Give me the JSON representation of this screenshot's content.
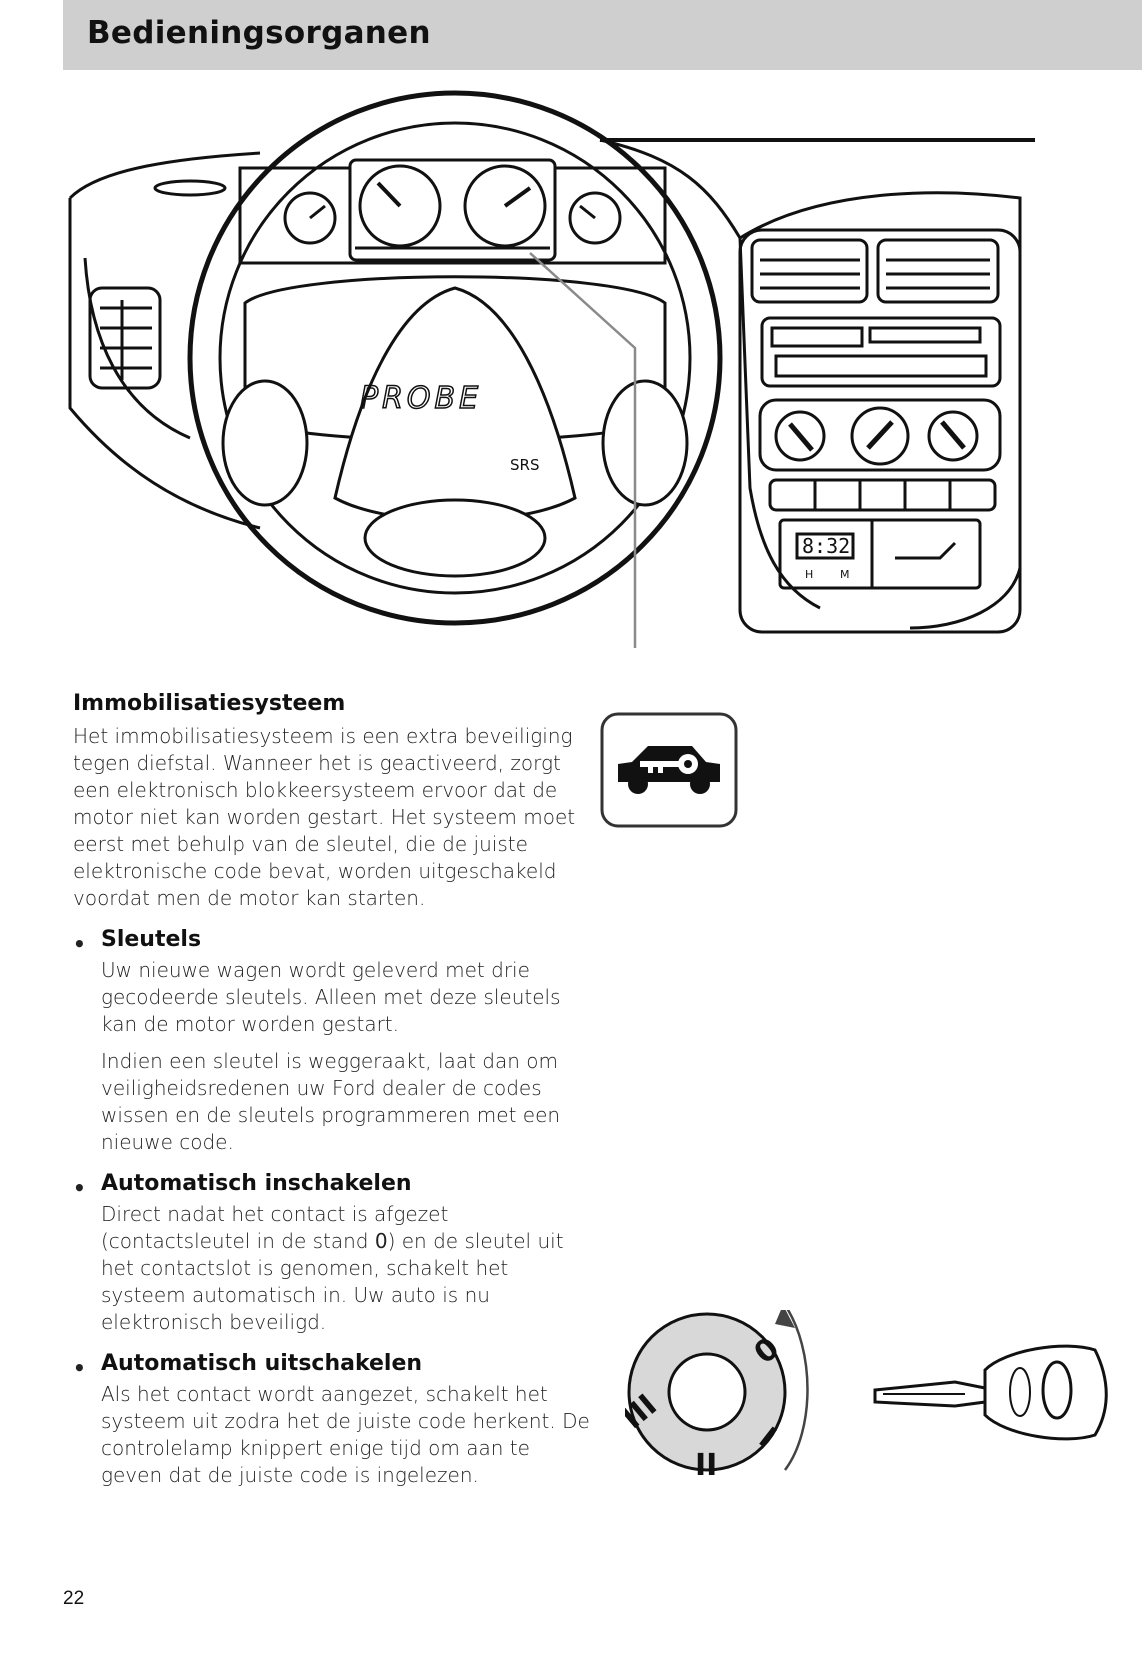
{
  "header": {
    "title": "Bedieningsorganen"
  },
  "illustration": {
    "brand_text": "PROBE",
    "airbag_label": "SRS",
    "clock_display": "8:32",
    "clock_buttons": [
      "H",
      "M"
    ]
  },
  "section": {
    "title": "Immobilisatiesysteem",
    "intro": "Het immobilisatiesysteem is een extra beveiliging tegen diefstal. Wanneer het is geactiveerd, zorgt een elektronisch blokkeersysteem ervoor dat de motor niet kan worden gestart. Het systeem moet eerst met behulp van de sleutel, die de juiste elektronische code bevat, worden uitgeschakeld voordat men de motor kan starten.",
    "bullets": [
      {
        "title": "Sleutels",
        "paragraphs": [
          "Uw nieuwe wagen wordt geleverd met drie gecodeerde sleutels. Alleen met deze sleutels kan de motor worden gestart.",
          "Indien een sleutel is weggeraakt, laat dan om veiligheidsredenen uw Ford dealer de codes wissen en de sleutels programmeren met een nieuwe code."
        ]
      },
      {
        "title": "Automatisch inschakelen",
        "text_before": "Direct nadat het contact is afgezet (contactsleutel in de stand ",
        "bold": "0",
        "text_after": ") en de sleutel uit het contactslot is genomen, schakelt het systeem automatisch in. Uw auto is nu elektronisch beveiligd."
      },
      {
        "title": "Automatisch uitschakelen",
        "paragraphs": [
          "Als het contact wordt aangezet, schakelt het systeem uit zodra het de juiste code herkent. De controlelamp knippert enige tijd om aan te geven dat de juiste code is ingelezen."
        ]
      }
    ]
  },
  "ignition": {
    "positions": [
      "0",
      "I",
      "II",
      "III"
    ]
  },
  "page_number": "22"
}
